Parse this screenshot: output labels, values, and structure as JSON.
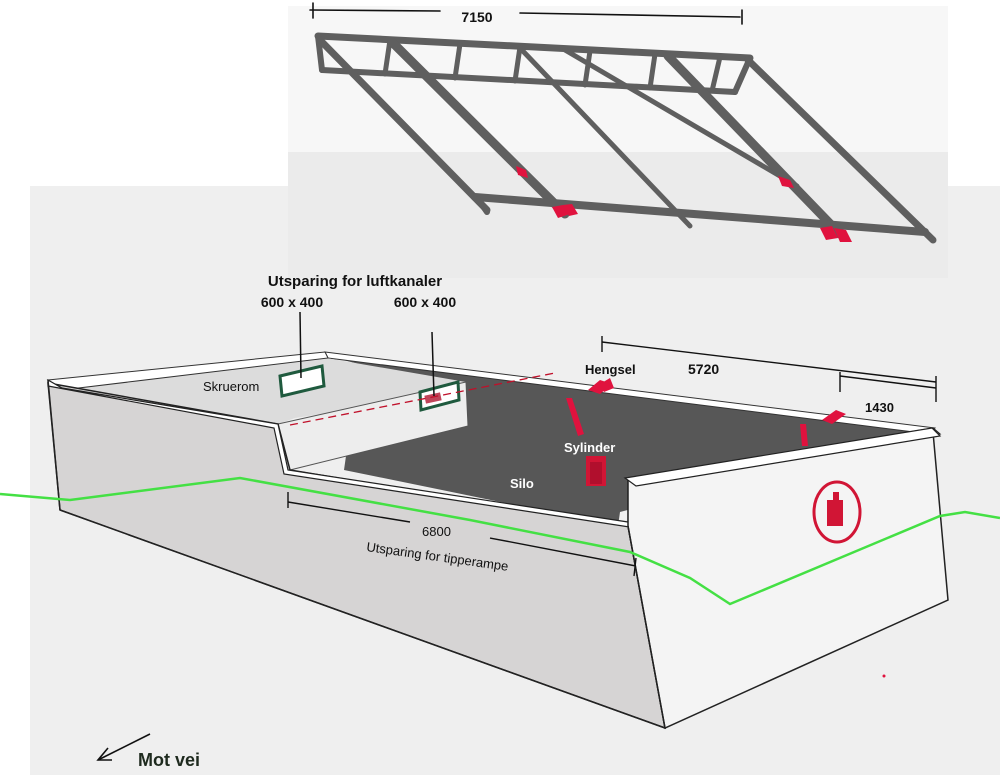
{
  "frame_dimension": "7150",
  "annotations": {
    "cutout_title": "Utsparing for luftkanaler",
    "cutout_size_left": "600 x 400",
    "cutout_size_right": "600 x 400",
    "screw_room": "Skruerom",
    "hinge": "Hengsel",
    "hinge_span": "5720",
    "hinge_offset": "1430",
    "cylinder": "Sylinder",
    "silo": "Silo",
    "ramp_length": "6800",
    "ramp_cutout": "Utsparing for tipperampe",
    "direction": "Mot vei"
  },
  "colors": {
    "frame": "#5f5f5f",
    "wall_front": "#d6d4d4",
    "wall_top": "#ffffff",
    "floor": "#575757",
    "accent_red": "#e0123e",
    "ground_line": "#44e044",
    "cutout_frame": "#1f5a3e"
  }
}
